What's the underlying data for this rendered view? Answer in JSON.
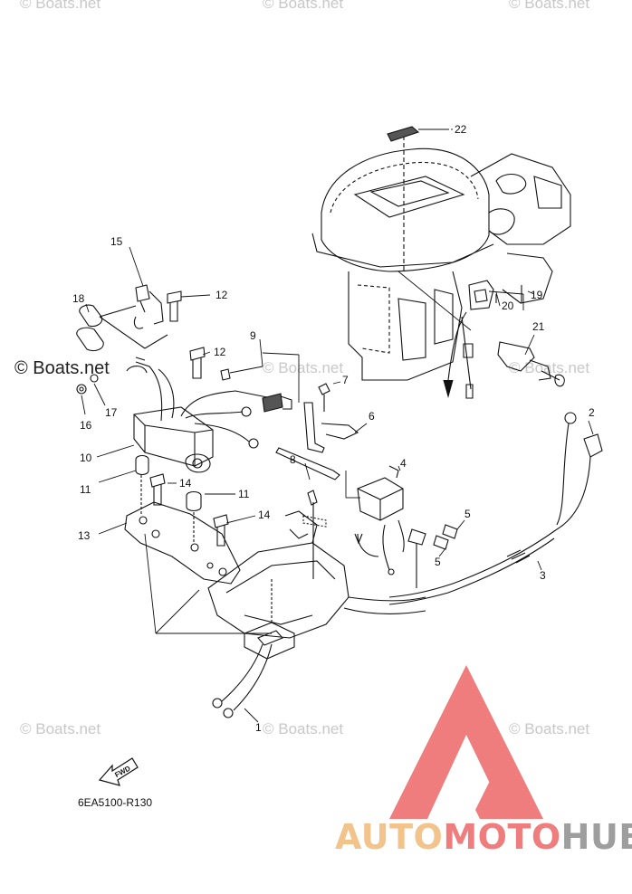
{
  "watermarks": {
    "top_left": "© Boats.net",
    "top_mid": "© Boats.net",
    "top_right": "© Boats.net",
    "left_dark": "© Boats.net",
    "mid_row_center": "© Boats.net",
    "mid_row_right": "© Boats.net",
    "bottom_left": "© Boats.net",
    "bottom_mid": "© Boats.net",
    "bottom_right": "© Boats.net"
  },
  "diagram": {
    "code": "6EA5100-R130",
    "fwd_label": "FWD",
    "callouts": [
      "1",
      "2",
      "3",
      "4",
      "5",
      "5",
      "6",
      "7",
      "8",
      "9",
      "10",
      "11",
      "11",
      "12",
      "12",
      "13",
      "14",
      "14",
      "15",
      "16",
      "17",
      "18",
      "19",
      "20",
      "21",
      "22"
    ]
  },
  "brand": {
    "part1": "AUTO",
    "part2": "MOTO",
    "part3": "HUB",
    "colors": {
      "part1": "#f2c38b",
      "part2": "#f07d7d",
      "part3": "#9e9e9e",
      "logo": "#f07d7d"
    }
  }
}
